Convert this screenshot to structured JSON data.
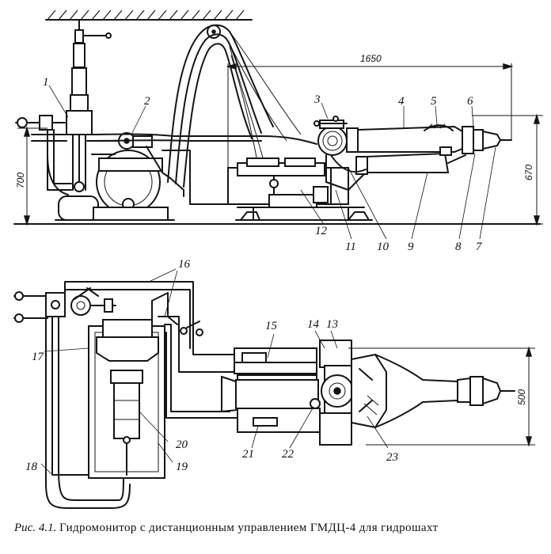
{
  "dimensions": {
    "length": "1650",
    "height_left": "700",
    "height_right": "670",
    "width_plan": "500"
  },
  "part_numbers": [
    "1",
    "2",
    "3",
    "4",
    "5",
    "6",
    "7",
    "8",
    "9",
    "10",
    "11",
    "12",
    "13",
    "14",
    "15",
    "16",
    "17",
    "18",
    "19",
    "20",
    "21",
    "22",
    "23"
  ],
  "caption": {
    "figure": "Рис. 4.1.",
    "text": "Гидромонитор с дистанционным управлением ГМДЦ-4 для гидрошахт"
  }
}
